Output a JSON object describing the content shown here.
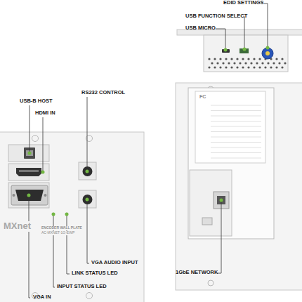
{
  "diagram": {
    "labels": [
      "EDID SETTINGS",
      "USB FUNCTION SELECT",
      "USB MICRO",
      "USB-B HOST",
      "HDMI IN",
      "RS232 CONTROL",
      "VGA AUDIO INPUT",
      "LINK STATUS LED",
      "INPUT STATUS LED",
      "VGA IN",
      "1GbE NETWORK",
      "MXnet",
      "ENCODER WALL PLATE",
      "AC-MXNET-1G-EWP",
      "FC"
    ]
  }
}
